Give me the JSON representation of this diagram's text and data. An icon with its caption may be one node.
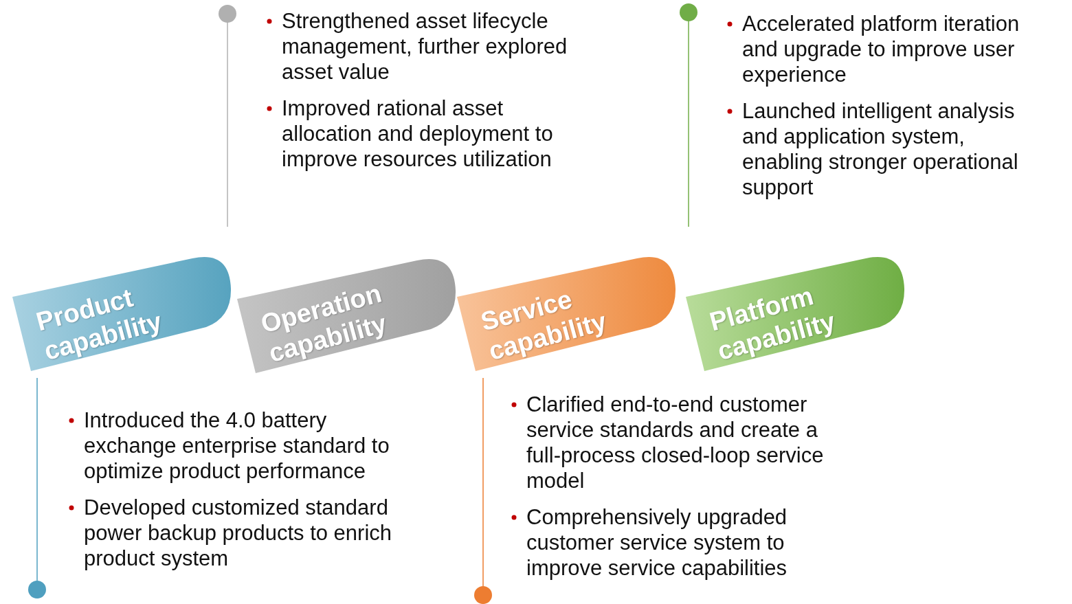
{
  "diagram": {
    "nodes": [
      {
        "text": [
          "Product capability"
        ]
      },
      {
        "text": [
          "Operation capability"
        ]
      },
      {
        "text": [
          "Service capability"
        ]
      },
      {
        "text": [
          "Platform capability"
        ]
      }
    ],
    "labels": [
      "Strengthened asset lifecycle management, further explored asset value",
      "Improved rational asset allocation and deployment to improve resources utilization",
      "Accelerated platform iteration and upgrade to improve user experience",
      "Launched intelligent analysis and application system, enabling stronger operational support",
      "Introduced the 4.0 battery exchange enterprise standard to optimize product performance",
      "Developed customized standard power backup products to enrich product system",
      "Clarified end-to-end customer service standards and create a full-process closed-loop service model",
      "Comprehensively upgraded customer service system to improve service capabilities"
    ]
  }
}
